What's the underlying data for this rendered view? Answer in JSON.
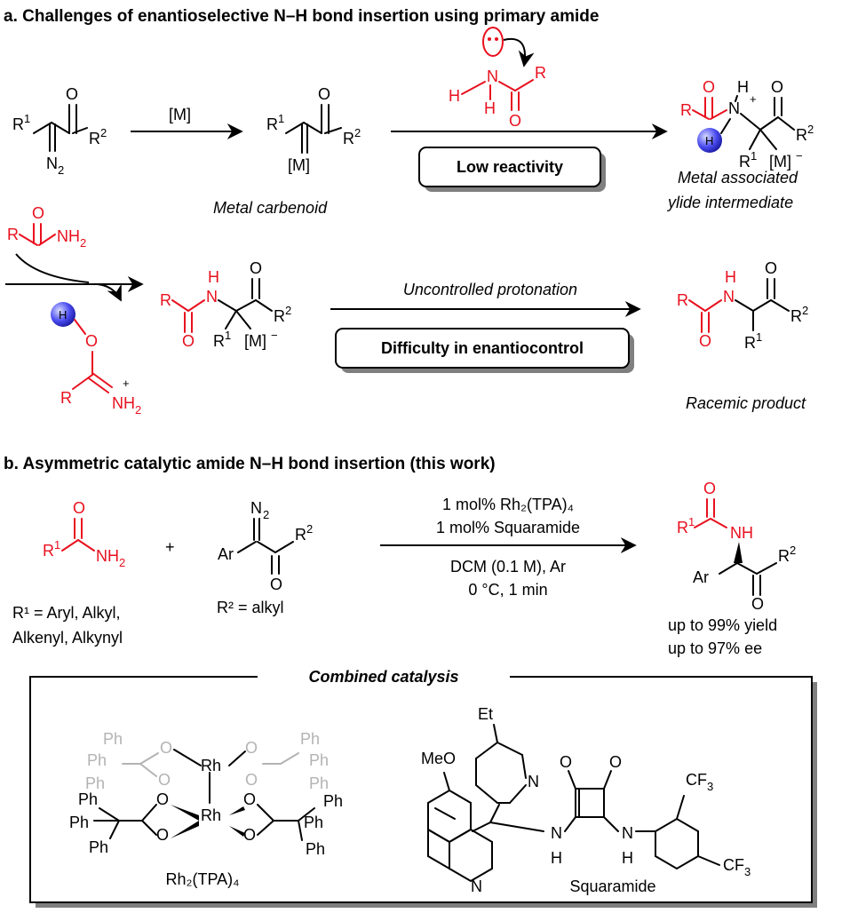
{
  "section_a": {
    "header": "a. Challenges of enantioselective N–H bond insertion using primary amide",
    "arrow1_label": "[M]",
    "metal_carbenoid_caption": "Metal carbenoid",
    "low_reactivity_box": "Low reactivity",
    "ylide_caption_line1": "Metal associated",
    "ylide_caption_line2": "ylide intermediate",
    "uncontrolled_label": "Uncontrolled protonation",
    "enantiocontrol_box": "Difficulty in enantiocontrol",
    "racemic_caption": "Racemic product"
  },
  "section_b": {
    "header": "b. Asymmetric catalytic amide N–H bond insertion (this work)",
    "plus": "+",
    "cond_line1": "1 mol% Rh₂(TPA)₄",
    "cond_line2": "1 mol% Squaramide",
    "cond_line3": "DCM (0.1 M), Ar",
    "cond_line4": "0 °C, 1 min",
    "r1_def_line1": "R¹ = Aryl, Alkyl,",
    "r1_def_line2": "Alkenyl, Alkynyl",
    "r2_def": "R² = alkyl",
    "yield": "up to 99% yield",
    "ee": "up to 97% ee",
    "combined_title": "Combined catalysis",
    "rh_label": "Rh₂(TPA)₄",
    "squaramide_label": "Squaramide"
  },
  "colors": {
    "red": "#e8101e",
    "blue": "#3c3cff",
    "grey": "#b3b3b3"
  }
}
